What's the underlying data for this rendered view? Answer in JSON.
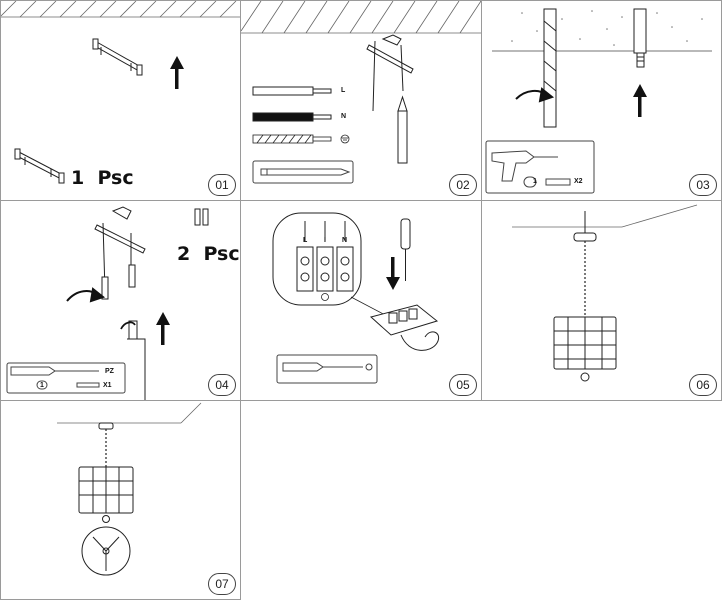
{
  "panels": [
    {
      "number": "01",
      "caption": "1  Psc"
    },
    {
      "number": "02",
      "wire_labels": [
        "L",
        "N"
      ]
    },
    {
      "number": "03",
      "tool_callouts": [
        "1",
        "X2"
      ]
    },
    {
      "number": "04",
      "caption": "2  Psc",
      "tool_callouts": [
        "PZ",
        "1",
        "X1"
      ]
    },
    {
      "number": "05",
      "terminal_labels": [
        "L",
        "I",
        "N"
      ]
    },
    {
      "number": "06"
    },
    {
      "number": "07"
    }
  ]
}
